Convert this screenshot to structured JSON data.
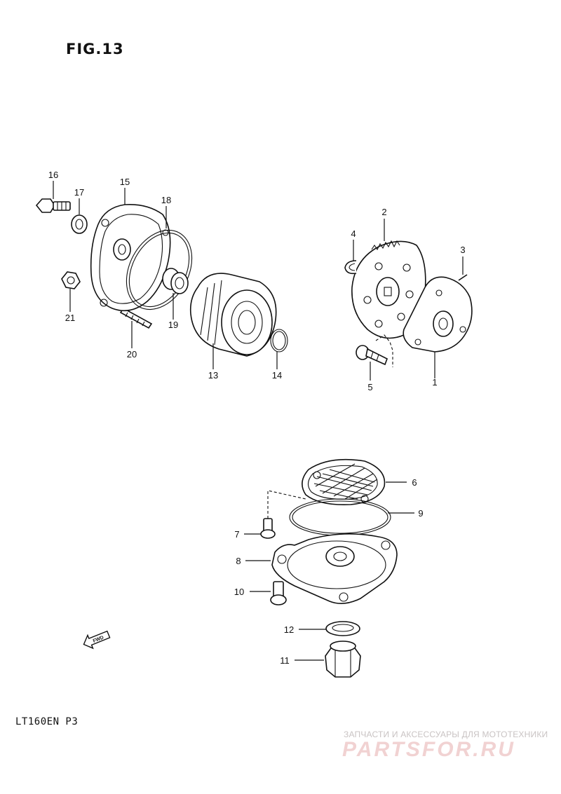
{
  "figure": {
    "title": "FIG.13",
    "model_code": "LT160EN P3"
  },
  "callouts": {
    "c1": "1",
    "c2": "2",
    "c3": "3",
    "c4": "4",
    "c5": "5",
    "c6": "6",
    "c7": "7",
    "c8": "8",
    "c9": "9",
    "c10": "10",
    "c11": "11",
    "c12": "12",
    "c13": "13",
    "c14": "14",
    "c15": "15",
    "c16": "16",
    "c17": "17",
    "c18": "18",
    "c19": "19",
    "c20": "20",
    "c21": "21"
  },
  "direction_marker": {
    "label": "FWD",
    "icon": "arrow-left-icon"
  },
  "watermark": {
    "tagline": "ЗАПЧАСТИ И АКСЕССУАРЫ ДЛЯ МОТОТЕХНИКИ",
    "logo_text": "PARTSFOR.RU",
    "logo_color": "#f1d2d2"
  }
}
